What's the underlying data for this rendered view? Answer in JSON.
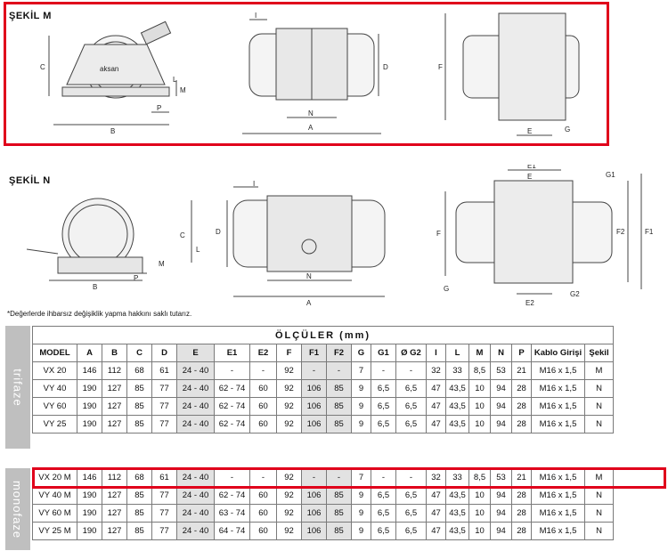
{
  "sections": {
    "m_title": "ŞEKİL M",
    "n_title": "ŞEKİL N",
    "brand": "aksan"
  },
  "note": "*Değerlerde ihbarsız değişiklik yapma hakkını saklı tutarız.",
  "table": {
    "title": "ÖLÇÜLER (mm)",
    "headers": [
      "MODEL",
      "A",
      "B",
      "C",
      "D",
      "E",
      "E1",
      "E2",
      "F",
      "F1",
      "F2",
      "G",
      "G1",
      "Ø G2",
      "I",
      "L",
      "M",
      "N",
      "P",
      "Kablo Girişi",
      "Şekil"
    ],
    "groups": [
      {
        "label": "trifaze",
        "rows": [
          [
            "VX 20",
            "146",
            "112",
            "68",
            "61",
            "24 - 40",
            "-",
            "-",
            "92",
            "-",
            "-",
            "7",
            "-",
            "-",
            "32",
            "33",
            "8,5",
            "53",
            "21",
            "M16 x 1,5",
            "M"
          ],
          [
            "VY 40",
            "190",
            "127",
            "85",
            "77",
            "24 - 40",
            "62 - 74",
            "60",
            "92",
            "106",
            "85",
            "9",
            "6,5",
            "6,5",
            "47",
            "43,5",
            "10",
            "94",
            "28",
            "M16 x 1,5",
            "N"
          ],
          [
            "VY 60",
            "190",
            "127",
            "85",
            "77",
            "24 - 40",
            "62 - 74",
            "60",
            "92",
            "106",
            "85",
            "9",
            "6,5",
            "6,5",
            "47",
            "43,5",
            "10",
            "94",
            "28",
            "M16 x 1,5",
            "N"
          ],
          [
            "VY 25",
            "190",
            "127",
            "85",
            "77",
            "24 - 40",
            "62 - 74",
            "60",
            "92",
            "106",
            "85",
            "9",
            "6,5",
            "6,5",
            "47",
            "43,5",
            "10",
            "94",
            "28",
            "M16 x 1,5",
            "N"
          ]
        ]
      },
      {
        "label": "monofaze",
        "rows": [
          [
            "VX 20 M",
            "146",
            "112",
            "68",
            "61",
            "24 - 40",
            "-",
            "-",
            "92",
            "-",
            "-",
            "7",
            "-",
            "-",
            "32",
            "33",
            "8,5",
            "53",
            "21",
            "M16 x 1,5",
            "M"
          ],
          [
            "VY 40 M",
            "190",
            "127",
            "85",
            "77",
            "24 - 40",
            "62 - 74",
            "60",
            "92",
            "106",
            "85",
            "9",
            "6,5",
            "6,5",
            "47",
            "43,5",
            "10",
            "94",
            "28",
            "M16 x 1,5",
            "N"
          ],
          [
            "VY 60 M",
            "190",
            "127",
            "85",
            "77",
            "24 - 40",
            "63 - 74",
            "60",
            "92",
            "106",
            "85",
            "9",
            "6,5",
            "6,5",
            "47",
            "43,5",
            "10",
            "94",
            "28",
            "M16 x 1,5",
            "N"
          ],
          [
            "VY 25 M",
            "190",
            "127",
            "85",
            "77",
            "24 - 40",
            "64 - 74",
            "60",
            "92",
            "106",
            "85",
            "9",
            "6,5",
            "6,5",
            "47",
            "43,5",
            "10",
            "94",
            "28",
            "M16 x 1,5",
            "N"
          ]
        ]
      }
    ]
  },
  "colors": {
    "highlight": "#e0001b",
    "shade": "#e2e2e2",
    "side_label": "#bfbfbf"
  }
}
